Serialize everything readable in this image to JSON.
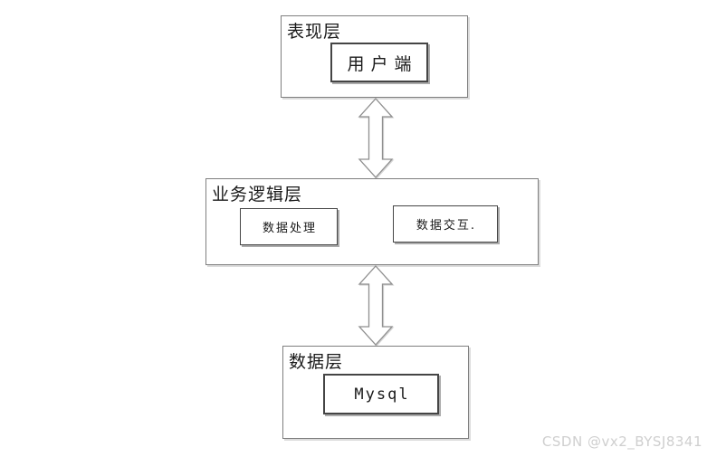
{
  "diagram": {
    "layers": [
      {
        "label": "表现层",
        "nodes": [
          {
            "label": "用户端"
          }
        ]
      },
      {
        "label": "业务逻辑层",
        "nodes": [
          {
            "label": "数据处理"
          },
          {
            "label": "数据交互."
          }
        ]
      },
      {
        "label": "数据层",
        "nodes": [
          {
            "label": "Mysql"
          }
        ]
      }
    ],
    "connector": "double-headed-vertical-arrow"
  },
  "watermark": "CSDN @vx2_BYSJ8341",
  "colors": {
    "background": "#ffffff",
    "layer_border": "#7f7f7f",
    "node_border": "#454545",
    "text": "#1a1a1a",
    "arrow_fill": "#ffffff",
    "arrow_stroke": "#8f8f8f",
    "shadow": "#d4d4d4",
    "watermark_text": "#cfcfcf"
  }
}
